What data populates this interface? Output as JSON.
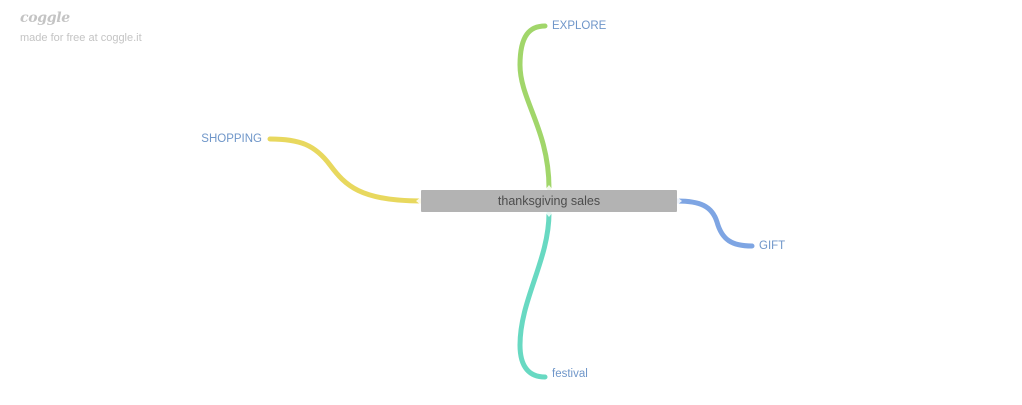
{
  "brand": {
    "logo": "coggle",
    "tagline": "made for free at coggle.it"
  },
  "central": {
    "label": "thanksgiving sales",
    "fill": "#b3b3b3",
    "text_color": "#4d4d4d"
  },
  "branches": [
    {
      "label": "EXPLORE",
      "color": "#a1d66a"
    },
    {
      "label": "SHOPPING",
      "color": "#e8d85e"
    },
    {
      "label": "GIFT",
      "color": "#7ea5e3"
    },
    {
      "label": "festival",
      "color": "#68d9c2"
    }
  ],
  "label_color": "#6f96c9"
}
